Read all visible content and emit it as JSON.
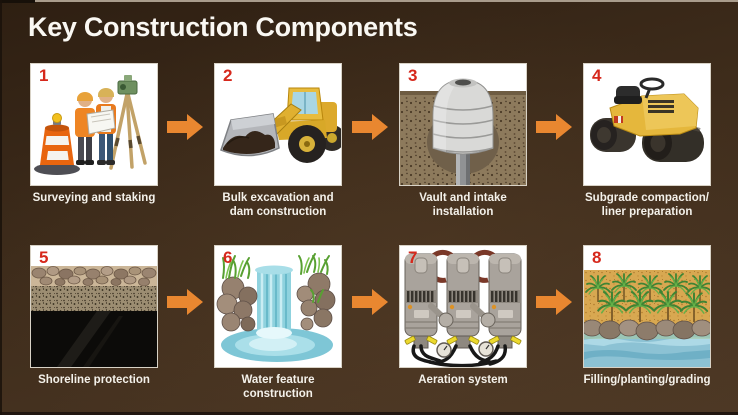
{
  "title": "Key Construction Components",
  "colors": {
    "background": "#3b2a1a",
    "box_background": "#ffffff",
    "arrow": "#e98730",
    "step_number": "#d6281c",
    "title_text": "#ffffff",
    "caption_text": "#ffffff"
  },
  "steps": [
    {
      "number": "1",
      "caption": [
        "Surveying and staking"
      ],
      "illustration": "surveyors-with-tripod-and-cone"
    },
    {
      "number": "2",
      "caption": [
        "Bulk excavation and",
        "dam construction"
      ],
      "illustration": "wheel-loader-with-soil"
    },
    {
      "number": "3",
      "caption": [
        "Vault and intake",
        "installation"
      ],
      "illustration": "buried-vault-with-pipe"
    },
    {
      "number": "4",
      "caption": [
        "Subgrade compaction/",
        "liner preparation"
      ],
      "illustration": "ride-on-roller-compactor"
    },
    {
      "number": "5",
      "caption": [
        "Shoreline protection"
      ],
      "illustration": "shoreline-rock-and-liner-layers"
    },
    {
      "number": "6",
      "caption": [
        "Water feature",
        "construction"
      ],
      "illustration": "waterfall-with-rocks"
    },
    {
      "number": "7",
      "caption": [
        "Aeration system"
      ],
      "illustration": "aeration-compressors"
    },
    {
      "number": "8",
      "caption": [
        "Filling/planting/grading"
      ],
      "illustration": "planted-graded-shoreline"
    }
  ]
}
